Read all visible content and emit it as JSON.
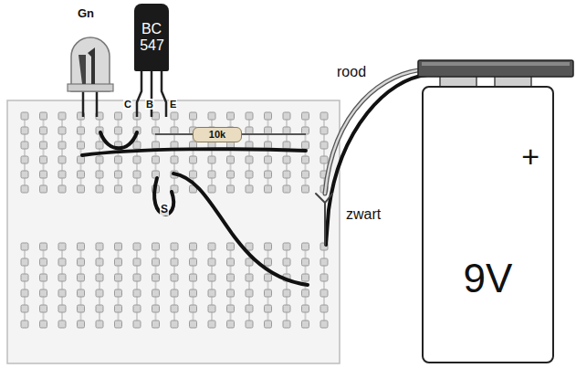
{
  "diagram": {
    "nodes": [
      {
        "text": [
          "BC 547"
        ]
      },
      {
        "text": [
          "10k"
        ]
      },
      {
        "text": [
          "+",
          "9V"
        ]
      }
    ],
    "labels": [
      "Gn",
      "C",
      "B",
      "E",
      "S",
      "rood",
      "zwart"
    ]
  }
}
